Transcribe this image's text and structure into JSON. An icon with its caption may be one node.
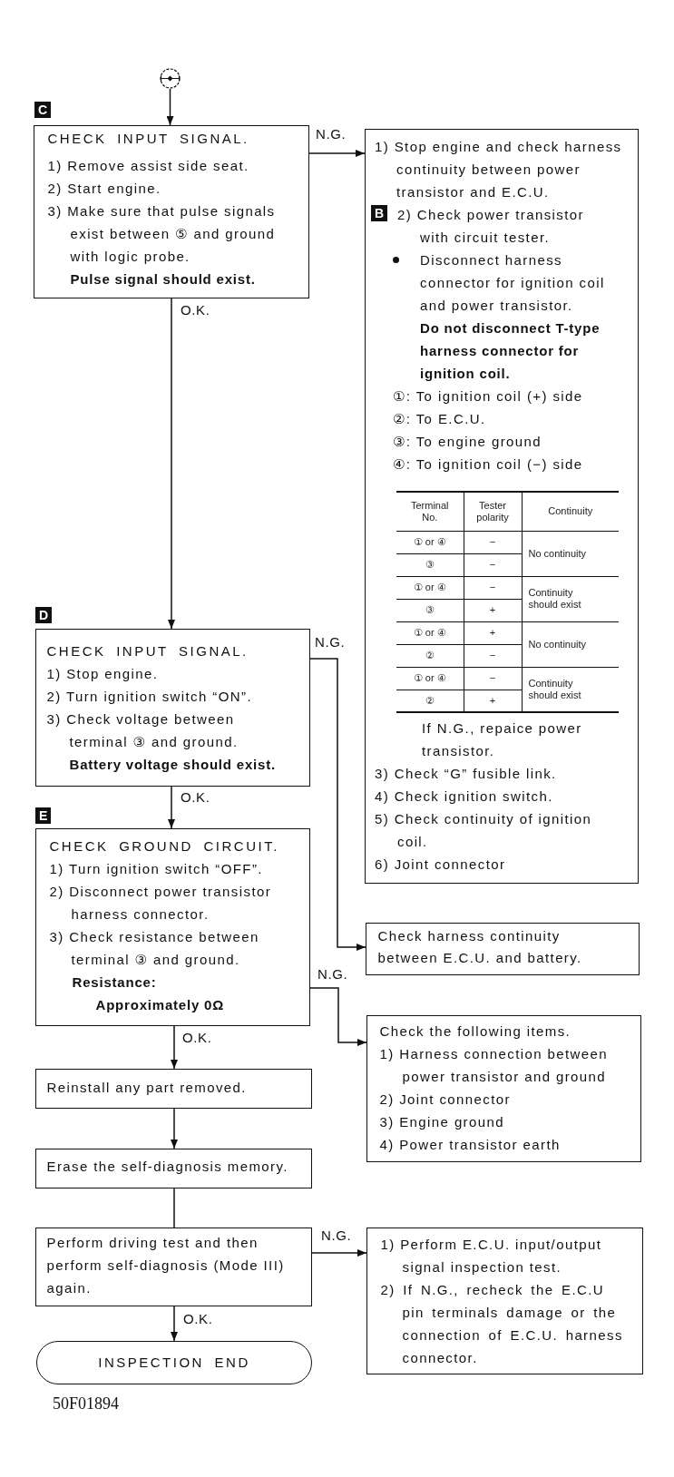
{
  "diagram": {
    "nodes": [
      {
        "text": [],
        "shape": "circle"
      },
      {
        "text": [
          "CHECK INPUT SIGNAL.",
          "1) Remove assist side seat.",
          "2) Start engine.",
          "3) Make sure that pulse signals exist between ⑤ and ground with logic probe.",
          "Pulse signal should exist."
        ],
        "beside": [
          "C"
        ]
      },
      {
        "text": [
          "1) Stop engine and check harness continuity between power transistor and E.C.U.",
          "B",
          "2) Check power transistor with circuit tester.",
          "Disconnect harness connector for ignition coil and power transistor.",
          "Do not disconnect T-type harness connector for ignition coil.",
          "①: To ignition coil (+) side",
          "②: To E.C.U.",
          "③: To engine ground",
          "④: To ignition coil (−) side",
          "If N.G., repaice power transistor.",
          "3) Check “G” fusible link.",
          "4) Check ignition switch.",
          "5) Check continuity of ignition coil.",
          "6) Joint connector"
        ]
      },
      {
        "text": [
          "CHECK INPUT SIGNAL.",
          "1) Stop engine.",
          "2) Turn ignition switch “ON”.",
          "3) Check voltage between terminal ③ and ground.",
          "Battery voltage should exist."
        ],
        "beside": [
          "D"
        ]
      },
      {
        "text": [
          "CHECK GROUND CIRCUIT.",
          "1) Turn ignition switch “OFF”.",
          "2) Disconnect power transistor harness connector.",
          "3) Check resistance between terminal ③ and ground.",
          "Resistance:",
          "Approximately 0Ω"
        ],
        "beside": [
          "E"
        ]
      },
      {
        "text": [
          "Check harness continuity between E.C.U. and battery."
        ]
      },
      {
        "text": [
          "Check the following items.",
          "1) Harness connection between power transistor and ground",
          "2) Joint connector",
          "3) Engine ground",
          "4) Power transistor earth"
        ]
      },
      {
        "text": [
          "Reinstall any part removed."
        ]
      },
      {
        "text": [
          "Erase the self-diagnosis memory."
        ]
      },
      {
        "text": [
          "Perform driving test and then perform self-diagnosis (Mode III) again."
        ]
      },
      {
        "text": [
          "1) Perform E.C.U. input/output signal inspection test.",
          "2) If N.G., recheck the E.C.U pin terminals damage or the connection of E.C.U. harness connector."
        ]
      },
      {
        "text": [
          "INSPECTION END"
        ]
      }
    ],
    "edges": [
      {
        "from": 0,
        "to": 1,
        "arrow": "to"
      },
      {
        "from": 1,
        "to": 2,
        "arrow": "to",
        "label": "N.G."
      },
      {
        "from": 1,
        "to": 3,
        "arrow": "to",
        "label": "O.K."
      },
      {
        "from": 3,
        "to": 5,
        "arrow": "to",
        "label": "N.G."
      },
      {
        "from": 3,
        "to": 4,
        "arrow": "to",
        "label": "O.K."
      },
      {
        "from": 4,
        "to": 6,
        "arrow": "to",
        "label": "N.G."
      },
      {
        "from": 4,
        "to": 7,
        "arrow": "to",
        "label": "O.K."
      },
      {
        "from": 7,
        "to": 8,
        "arrow": "to"
      },
      {
        "from": 8,
        "to": 9,
        "arrow": "none"
      },
      {
        "from": 9,
        "to": 10,
        "arrow": "to",
        "label": "N.G."
      },
      {
        "from": 9,
        "to": 11,
        "arrow": "to",
        "label": "O.K."
      }
    ],
    "labels": [
      "Terminal No.",
      "Tester polarity",
      "Continuity",
      "① or ④",
      "−",
      "No continuity",
      "③",
      "−",
      "① or ④",
      "−",
      "Continuity should exist",
      "③",
      "+",
      "① or ④",
      "+",
      "No continuity",
      "②",
      "−",
      "① or ④",
      "−",
      "Continuity should exist",
      "②",
      "+",
      "50F01894"
    ]
  }
}
